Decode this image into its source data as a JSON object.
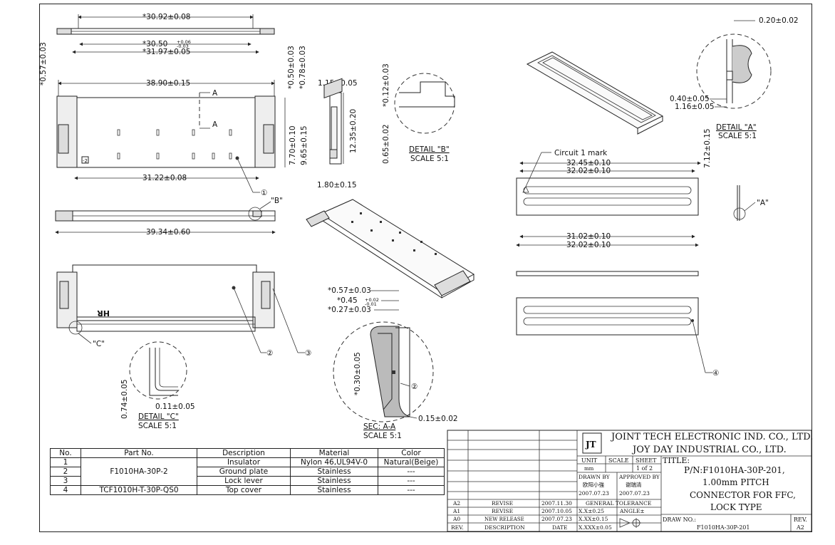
{
  "dims": {
    "d1": "*30.92±0.08",
    "d2": "*30.50",
    "d2_tol_up": "+0.06",
    "d2_tol_dn": "-0.03",
    "d3": "*31.97±0.05",
    "d4": "*0.57±0.03",
    "d5": "*0.50±0.03",
    "d6": "*0.78±0.03",
    "d7": "38.90±0.15",
    "d8": "31.22±0.08",
    "d9": "7.70±0.10",
    "d10": "9.65±0.15",
    "d11": "1.15±0.05",
    "d12": "12.35±0.20",
    "d13": "1.80±0.15",
    "d14": "39.34±0.60",
    "d15": "*0.12±0.03",
    "d16": "0.65±0.02",
    "d17": "0.20±0.02",
    "d18": "0.40±0.05",
    "d19": "1.16±0.05",
    "d20": "32.45±0.10",
    "d21": "32.02±0.10",
    "d22": "7.12±0.15",
    "d23": "31.02±0.10",
    "d24": "32.02±0.10",
    "d25": "*0.57±0.03",
    "d26": "*0.45",
    "d26_tol_up": "+0.02",
    "d26_tol_dn": "-0.01",
    "d27": "*0.27±0.03",
    "d28": "*0.30±0.05",
    "d29": "0.15±0.02",
    "d30": "0.74±0.05",
    "d31": "0.11±0.05"
  },
  "labels": {
    "section_a": "A",
    "section_a2": "A",
    "callout_b": "\"B\"",
    "callout_c": "\"C\"",
    "callout_a": "\"A\"",
    "circuit_mark": "Circuit 1 mark",
    "detail_b": "DETAIL \"B\"",
    "detail_b_scale": "SCALE 5:1",
    "detail_a": "DETAIL \"A\"",
    "detail_a_scale": "SCALE 5:1",
    "detail_c": "DETAIL \"C\"",
    "detail_c_scale": "SCALE 5:1",
    "sec_aa": "SEC: A-A",
    "sec_aa_scale": "SCALE 5:1",
    "hr_mark": "HR",
    "pin_mark": "-2",
    "balloon_1": "①",
    "balloon_2": "②",
    "balloon_3": "③",
    "balloon_4": "④",
    "balloon_2b": "②"
  },
  "bom": {
    "headers": [
      "No.",
      "Part No.",
      "Description",
      "Material",
      "Color"
    ],
    "rows": [
      {
        "no": "1",
        "part": "F1010HA-30P-2",
        "desc": "Insulator",
        "material": "Nylon 46,UL94V-0",
        "color": "Natural(Beige)"
      },
      {
        "no": "2",
        "part": "",
        "desc": "Ground plate",
        "material": "Stainless",
        "color": "---"
      },
      {
        "no": "3",
        "part": "",
        "desc": "Lock lever",
        "material": "Stainless",
        "color": "---"
      },
      {
        "no": "4",
        "part": "TCF1010H-T-30P-QS0",
        "desc": "Top cover",
        "material": "Stainless",
        "color": "---"
      }
    ]
  },
  "title_block": {
    "company1": "JOINT TECH ELECTRONIC IND. CO., LTD.",
    "company2": "JOY DAY INDUSTRIAL CO., LTD.",
    "unit_label": "UNIT",
    "scale_label": "SCALE",
    "sheet_label": "SHEET",
    "unit_value": "mm",
    "sheet_value": "1 of 2",
    "title_label": "TITLE:",
    "title_line1": "P/N:F1010HA-30P-201,",
    "title_line2": "1.00mm PITCH",
    "title_line3": "CONNECTOR FOR FFC,",
    "title_line4": "LOCK TYPE",
    "drawn_by_label": "DRAWN BY",
    "approved_by_label": "APPROVED BY",
    "drawn_by": "欧阳小強",
    "approved_by": "谢瑞清",
    "drawn_date": "2007.07.23",
    "approved_date": "2007.07.23",
    "general_tol": "GENERAL TOLERANCE",
    "tol1": "X.X±0.25",
    "tol2": "X.XX±0.15",
    "tol3": "X.XXX±0.05",
    "angle_label": "ANGLE±",
    "draw_no_label": "DRAW NO.:",
    "draw_no": "F1010HA-30P-201",
    "rev_label": "REV.",
    "rev_value": "A2"
  },
  "revisions": {
    "rows": [
      {
        "rev": "A2",
        "desc": "REVISE",
        "date": "2007.11.30"
      },
      {
        "rev": "A1",
        "desc": "REVISE",
        "date": "2007.10.05"
      },
      {
        "rev": "A0",
        "desc": "NEW RELEASE",
        "date": "2007.07.23"
      }
    ],
    "header_rev": "REV.",
    "header_desc": "DESCRIPTION",
    "header_date": "DATE"
  }
}
